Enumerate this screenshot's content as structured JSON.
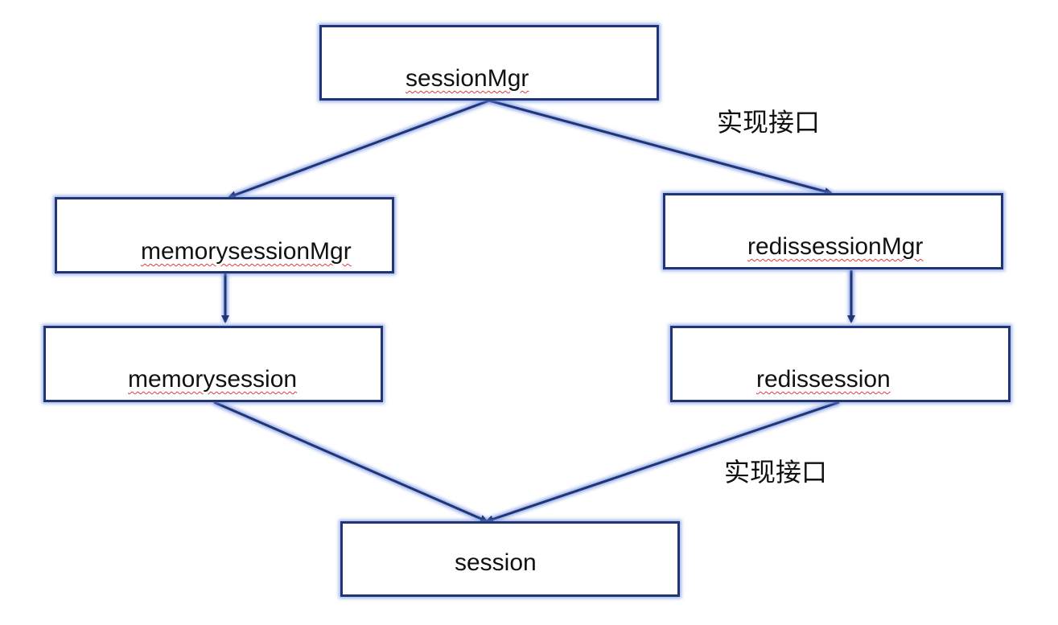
{
  "nodes": {
    "sessionMgr": "sessionMgr",
    "memorysessionMgr": "memorysessionMgr",
    "redissessionMgr": "redissessionMgr",
    "memorysession": "memorysession",
    "redissession": "redissession",
    "session": "session"
  },
  "annotations": {
    "top": "实现接口",
    "bottom": "实现接口"
  },
  "colors": {
    "line": "#1f3575",
    "glow": "#6e8ce1",
    "spellcheck_underline": "#e03b3b"
  }
}
